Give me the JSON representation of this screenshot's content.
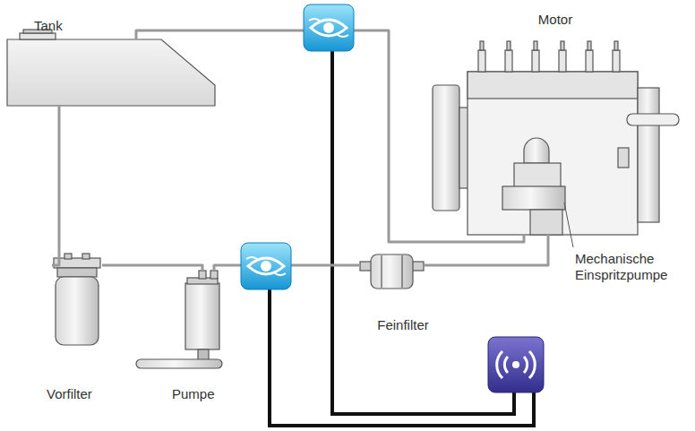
{
  "diagram": {
    "nodes": [
      {
        "text": [
          "Tank"
        ]
      },
      {
        "text": [
          "Motor"
        ]
      },
      {
        "text": [
          "Mechanische Einspritzpumpe"
        ],
        "in": 1
      },
      {
        "text": [
          "Vorfilter"
        ]
      },
      {
        "text": [
          "Pumpe"
        ]
      },
      {
        "text": [
          "Feinfilter"
        ]
      }
    ],
    "edges": [
      {
        "from": 0,
        "to": 3,
        "arrow": "none"
      },
      {
        "from": 3,
        "to": 4,
        "arrow": "none"
      },
      {
        "from": 4,
        "to": 5,
        "arrow": "none"
      },
      {
        "from": 5,
        "to": 2,
        "arrow": "none"
      },
      {
        "from": 2,
        "to": 0,
        "arrow": "none"
      }
    ]
  }
}
